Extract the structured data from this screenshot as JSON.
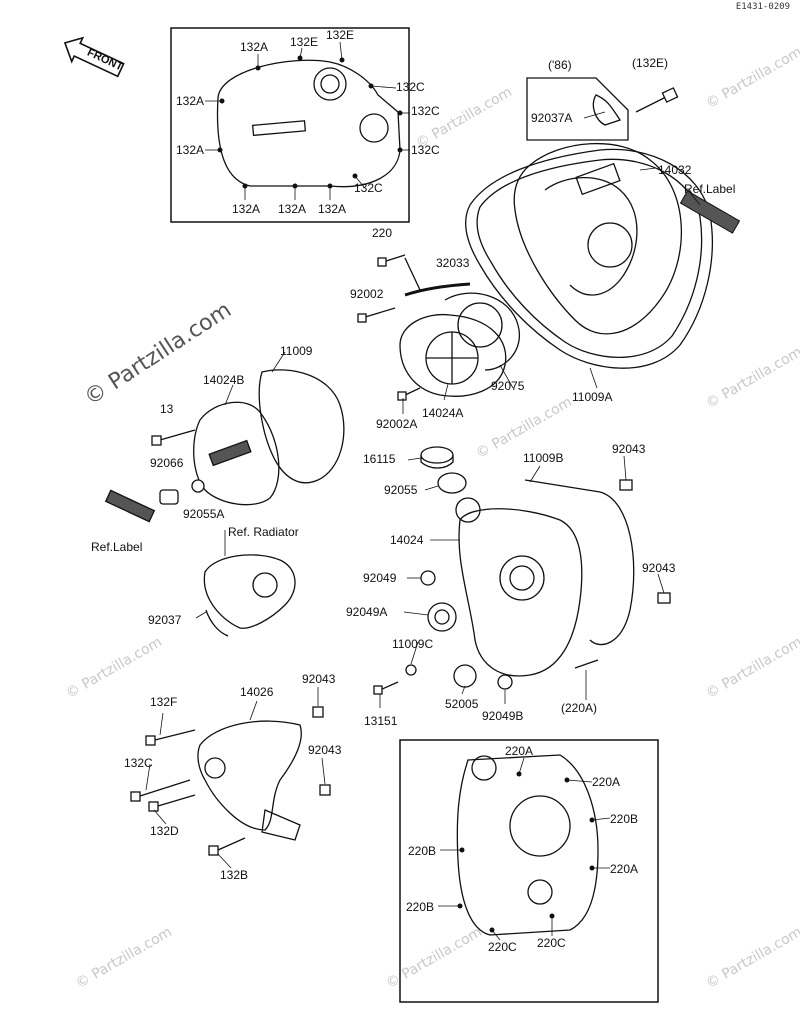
{
  "drawing_code": "E1431-0209",
  "front_arrow": "FRONT",
  "watermark": "© Partzilla.com",
  "labels": {
    "l132A_1": "132A",
    "l132E_1": "132E",
    "l132E_2": "132E",
    "l132A_2": "132A",
    "l132C_1": "132C",
    "l132C_2": "132C",
    "l132A_3": "132A",
    "l132C_3": "132C",
    "l132C_4": "132C",
    "l132A_4": "132A",
    "l132A_5": "132A",
    "l132A_6": "132A",
    "l86": "('86)",
    "l132E_p": "(132E)",
    "l92037A": "92037A",
    "l14032": "14032",
    "lRefLabel1": "Ref.Label",
    "l220_top": "220",
    "l32033": "32033",
    "l92002": "92002",
    "l11009": "11009",
    "l14024B": "14024B",
    "l92075": "92075",
    "l11009A": "11009A",
    "l92002A": "92002A",
    "l14024A": "14024A",
    "l13x": "13",
    "l92066": "92066",
    "l92055A": "92055A",
    "lRefLabel2": "Ref.Label",
    "lRefRadiator": "Ref. Radiator",
    "l92037": "92037",
    "l16115": "16115",
    "l11009B": "11009B",
    "l92043_1": "92043",
    "l92055": "92055",
    "l14024": "14024",
    "l92049": "92049",
    "l92043_2": "92043",
    "l92049A": "92049A",
    "l11009C": "11009C",
    "l13151": "13151",
    "l52005": "52005",
    "l92049B": "92049B",
    "l220A_p": "(220A)",
    "l132F": "132F",
    "l14026": "14026",
    "l92043_3": "92043",
    "l132C_5": "132C",
    "l92043_4": "92043",
    "l132D": "132D",
    "l132B": "132B",
    "l220A_1": "220A",
    "l220A_2": "220A",
    "l220B_1": "220B",
    "l220B_2": "220B",
    "l220A_3": "220A",
    "l220B_3": "220B",
    "l220C_1": "220C",
    "l220C_2": "220C"
  }
}
